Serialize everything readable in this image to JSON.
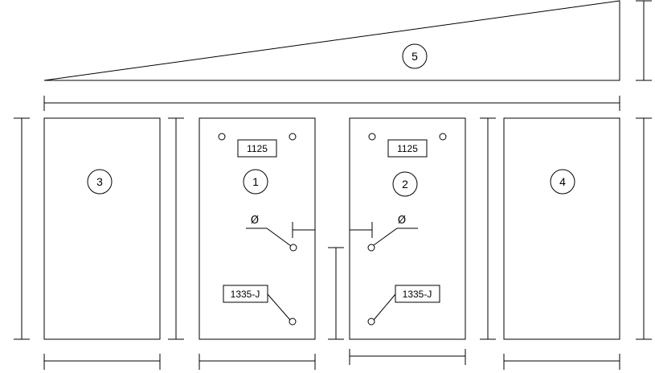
{
  "panels": {
    "p1": {
      "number": "1",
      "top_label": "1125",
      "bottom_label": "1335-J",
      "symbol": "Ø"
    },
    "p2": {
      "number": "2",
      "top_label": "1125",
      "bottom_label": "1335-J",
      "symbol": "Ø"
    },
    "p3": {
      "number": "3"
    },
    "p4": {
      "number": "4"
    }
  },
  "wedge": {
    "number": "5"
  }
}
